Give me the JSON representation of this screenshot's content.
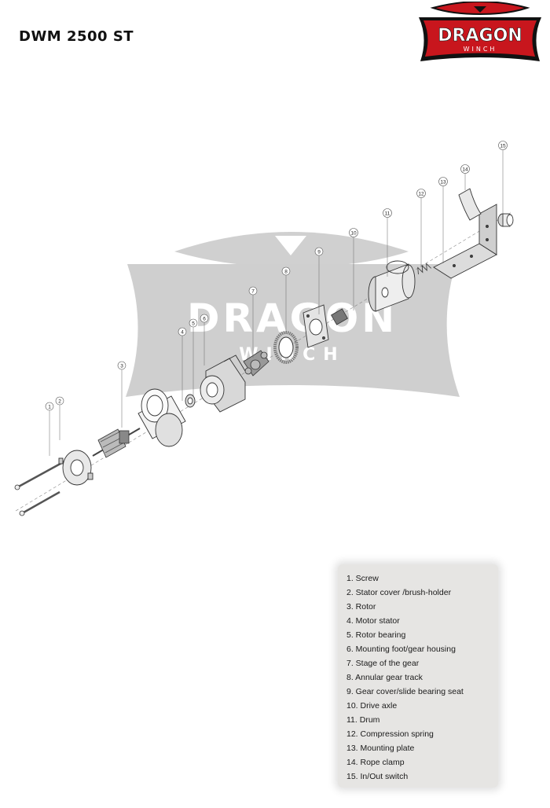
{
  "header": {
    "title": "DWM 2500 ST"
  },
  "logo": {
    "brand": "DRAGON",
    "sub": "WINCH",
    "colors": {
      "red": "#c8161d",
      "black": "#111111",
      "white": "#ffffff"
    }
  },
  "watermark": {
    "brand": "DRAGON",
    "sub": "WINCH",
    "color": "#c9c9c9"
  },
  "diagram": {
    "callouts": [
      "1",
      "2",
      "3",
      "4",
      "5",
      "6",
      "7",
      "8",
      "9",
      "10",
      "11",
      "12",
      "13",
      "14",
      "15"
    ]
  },
  "legend": {
    "items": [
      "1. Screw",
      "2. Stator cover /brush-holder",
      "3. Rotor",
      "4. Motor stator",
      "5. Rotor bearing",
      "6. Mounting foot/gear housing",
      "7. Stage of the gear",
      "8. Annular gear track",
      "9. Gear cover/slide bearing seat",
      "10. Drive axle",
      "11. Drum",
      "12. Compression spring",
      "13. Mounting plate",
      "14. Rope clamp",
      "15. In/Out switch"
    ]
  }
}
